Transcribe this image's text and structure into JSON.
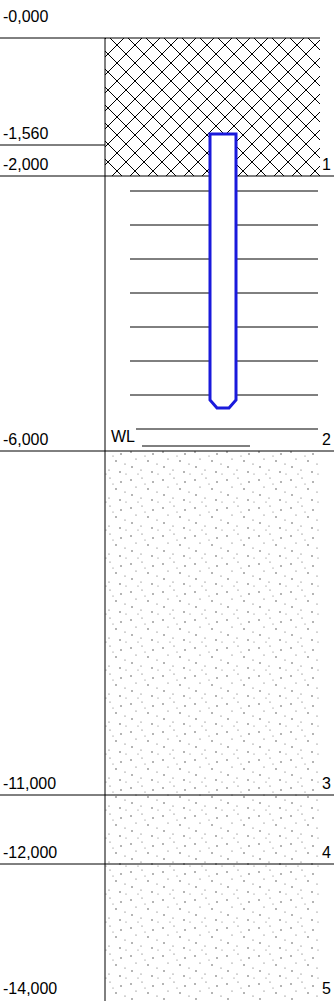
{
  "diagram": {
    "labels": [
      "-0,000",
      "-1,560",
      "-2,000",
      "1",
      "-6,000",
      "WL",
      "2",
      "-11,000",
      "3",
      "-12,000",
      "4",
      "-14,000",
      "5"
    ]
  }
}
